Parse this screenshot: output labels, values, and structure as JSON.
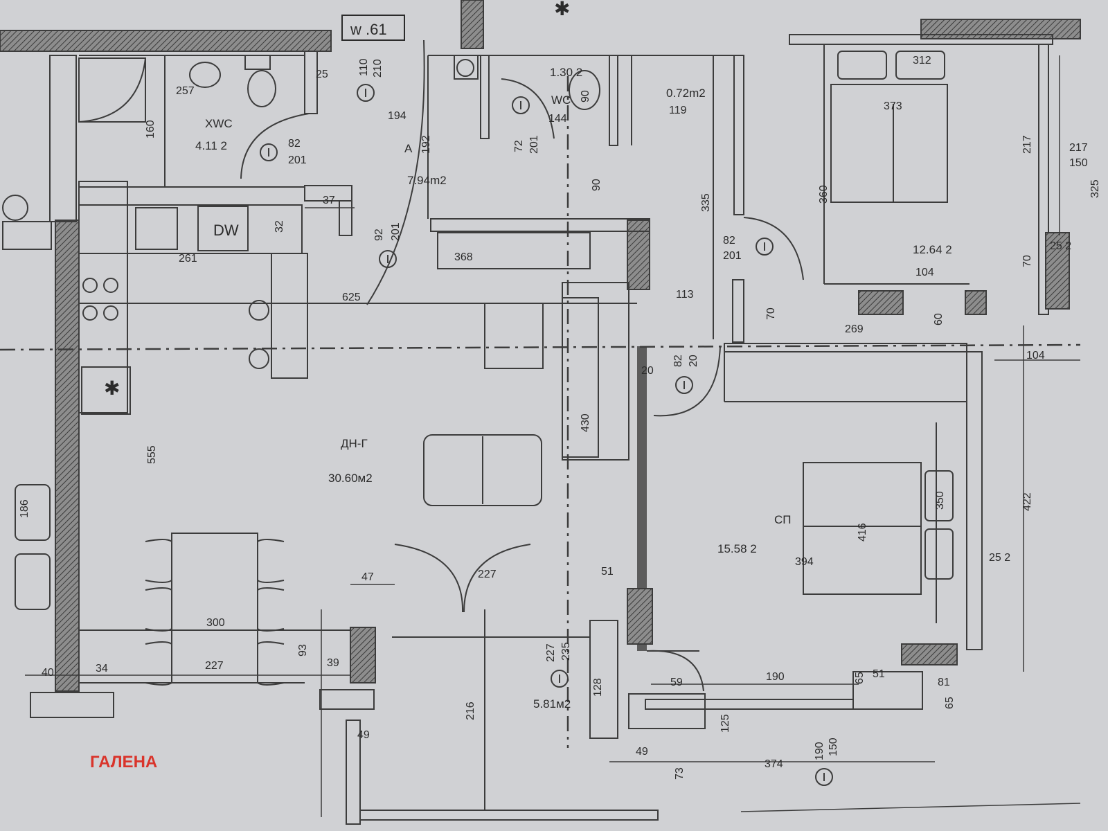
{
  "plan_label": "w .61",
  "brand": "ГАЛЕНА",
  "rooms": {
    "bath": {
      "name": "XWC",
      "area": "4.11 2"
    },
    "hall": {
      "name": "A",
      "area": "7.94m2"
    },
    "wc_area": "1.30 2",
    "wc_name": "WC",
    "closet_area": "0.72m2",
    "living": {
      "name": "ДН-Г",
      "area": "30.60м2"
    },
    "bedroom1_area": "12.64 2",
    "bedroom2": {
      "name": "СП",
      "area": "15.58 2"
    },
    "balcony_area": "5.81м2"
  },
  "dimensions": {
    "d110": "110",
    "d210": "210",
    "d257": "257",
    "d160": "160",
    "d25": "25",
    "d82": "82",
    "d201": "201",
    "d194": "194",
    "d192": "192",
    "d72": "72",
    "d144": "144",
    "d119": "119",
    "d90": "90",
    "d37": "37",
    "d32": "32",
    "d92": "92",
    "d368": "368",
    "d625": "625",
    "d261": "261",
    "d335": "335",
    "d360": "360",
    "d312": "312",
    "d373": "373",
    "d217": "217",
    "d150": "150",
    "d325": "325",
    "d104": "104",
    "d70": "70",
    "d60": "60",
    "d269": "269",
    "d113": "113",
    "d20": "20",
    "d430": "430",
    "d555": "555",
    "d350": "350",
    "d416": "416",
    "d394": "394",
    "d422": "422",
    "d47": "47",
    "d227": "227",
    "d51": "51",
    "d300": "300",
    "d93": "93",
    "d39": "39",
    "d34": "34",
    "d40": "40",
    "d128": "128",
    "d235": "235",
    "d59": "59",
    "d190": "190",
    "d65": "65",
    "d81": "81",
    "d216": "216",
    "d49": "49",
    "d73": "73",
    "d374": "374",
    "d125": "125",
    "d186": "186",
    "d256": "25 2"
  },
  "symbols": {
    "dishwasher": "DW"
  }
}
